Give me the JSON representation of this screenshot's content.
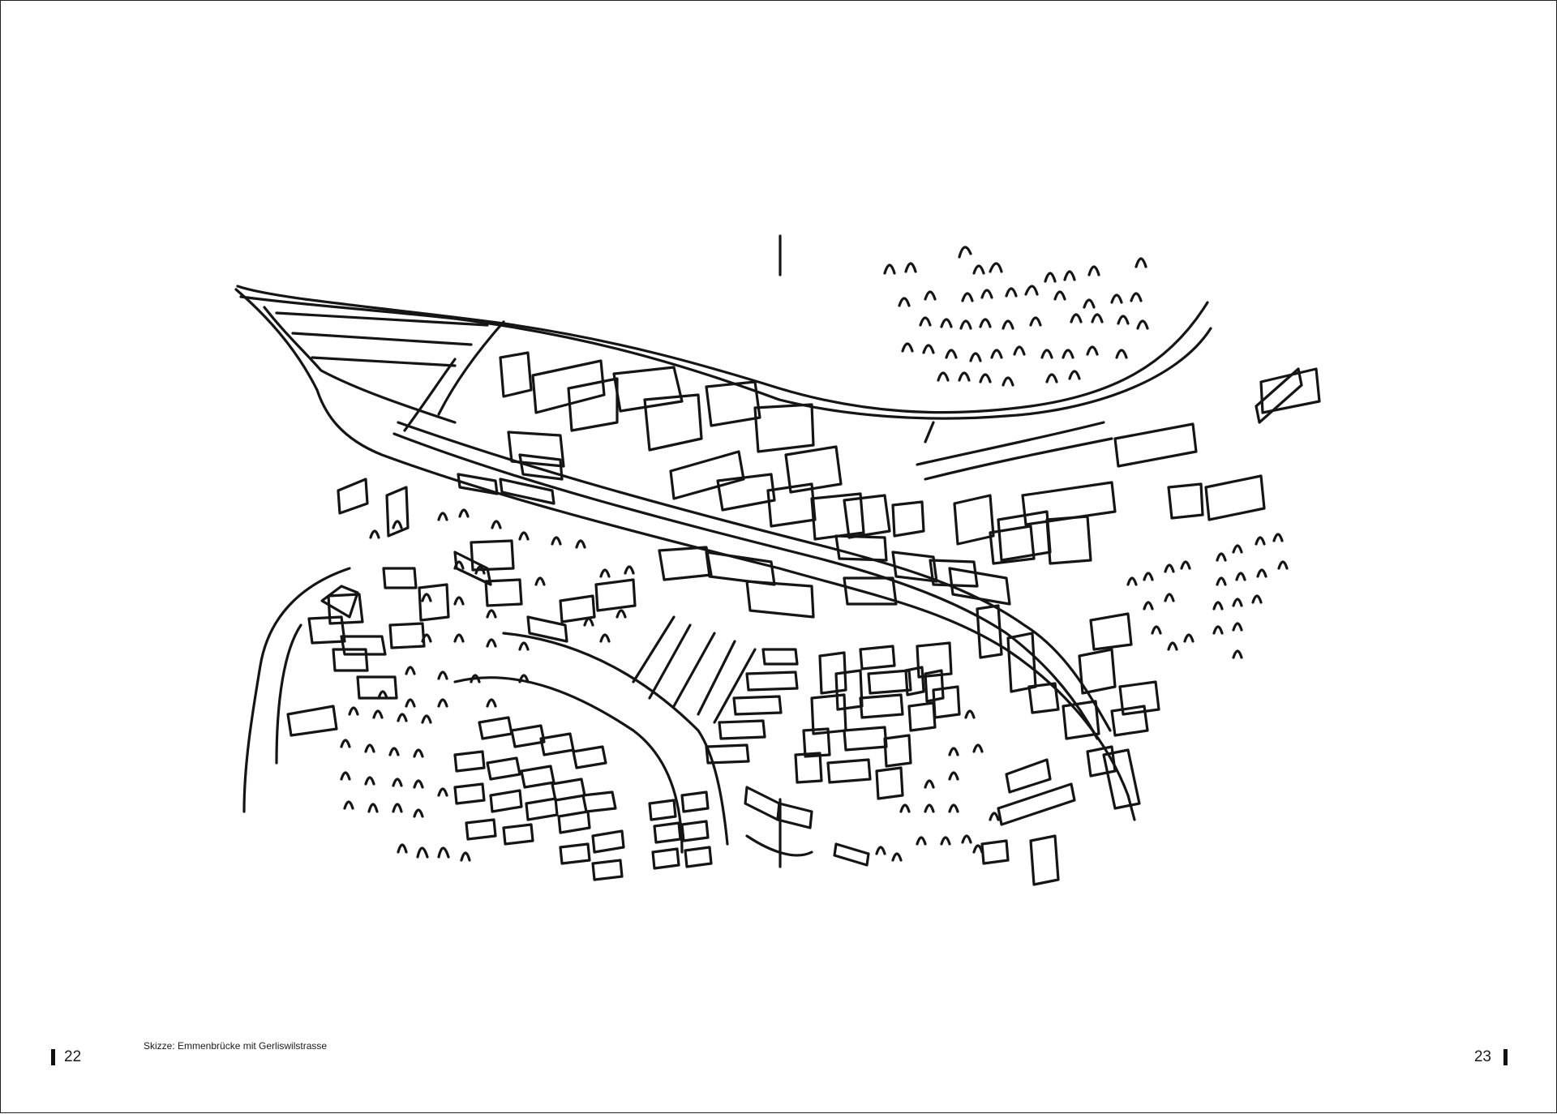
{
  "caption": "Skizze: Emmenbrücke mit Gerliswilstrasse",
  "page_left": "22",
  "page_right": "23",
  "colors": {
    "ink": "#151515",
    "paper": "#ffffff",
    "border": "#222222"
  }
}
